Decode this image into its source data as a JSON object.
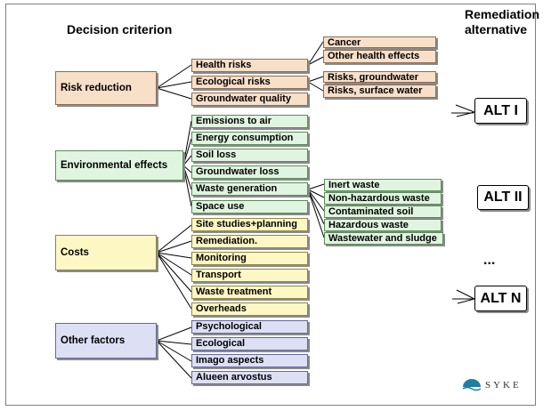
{
  "header": {
    "criterion_title": "Decision criterion",
    "alternative_title_line1": "Remediation",
    "alternative_title_line2": "alternative"
  },
  "groups": {
    "risk": {
      "label": "Risk reduction",
      "items": [
        {
          "label": "Health risks",
          "sub": [
            "Cancer",
            "Other health effects"
          ]
        },
        {
          "label": "Ecological risks",
          "sub": [
            "Risks, groundwater",
            "Risks, surface water"
          ]
        },
        {
          "label": "Groundwater quality"
        }
      ]
    },
    "env": {
      "label": "Environmental effects",
      "items": [
        {
          "label": "Emissions to air"
        },
        {
          "label": "Energy consumption"
        },
        {
          "label": "Soil loss"
        },
        {
          "label": "Groundwater loss"
        },
        {
          "label": "Waste generation",
          "sub": [
            "Inert waste",
            "Non-hazardous waste",
            "Contaminated soil",
            "Hazardous waste",
            "Wastewater and sludge"
          ]
        },
        {
          "label": "Space use"
        }
      ]
    },
    "costs": {
      "label": "Costs",
      "items": [
        {
          "label": "Site studies+planning"
        },
        {
          "label": "Remediation."
        },
        {
          "label": "Monitoring"
        },
        {
          "label": "Transport"
        },
        {
          "label": "Waste treatment"
        },
        {
          "label": "Overheads"
        }
      ]
    },
    "other": {
      "label": "Other factors",
      "items": [
        {
          "label": "Psychological"
        },
        {
          "label": "Ecological"
        },
        {
          "label": "Imago aspects"
        },
        {
          "label": "Alueen arvostus"
        }
      ]
    }
  },
  "alternatives": [
    "ALT I",
    "ALT II",
    "...",
    "ALT N"
  ],
  "logo": {
    "text": "SYKE",
    "icon": "syke-logo-icon"
  },
  "colors": {
    "risk": "#f8dfc8",
    "environmental": "#e0f5e0",
    "costs": "#fdf7c4",
    "other": "#dddff5"
  }
}
